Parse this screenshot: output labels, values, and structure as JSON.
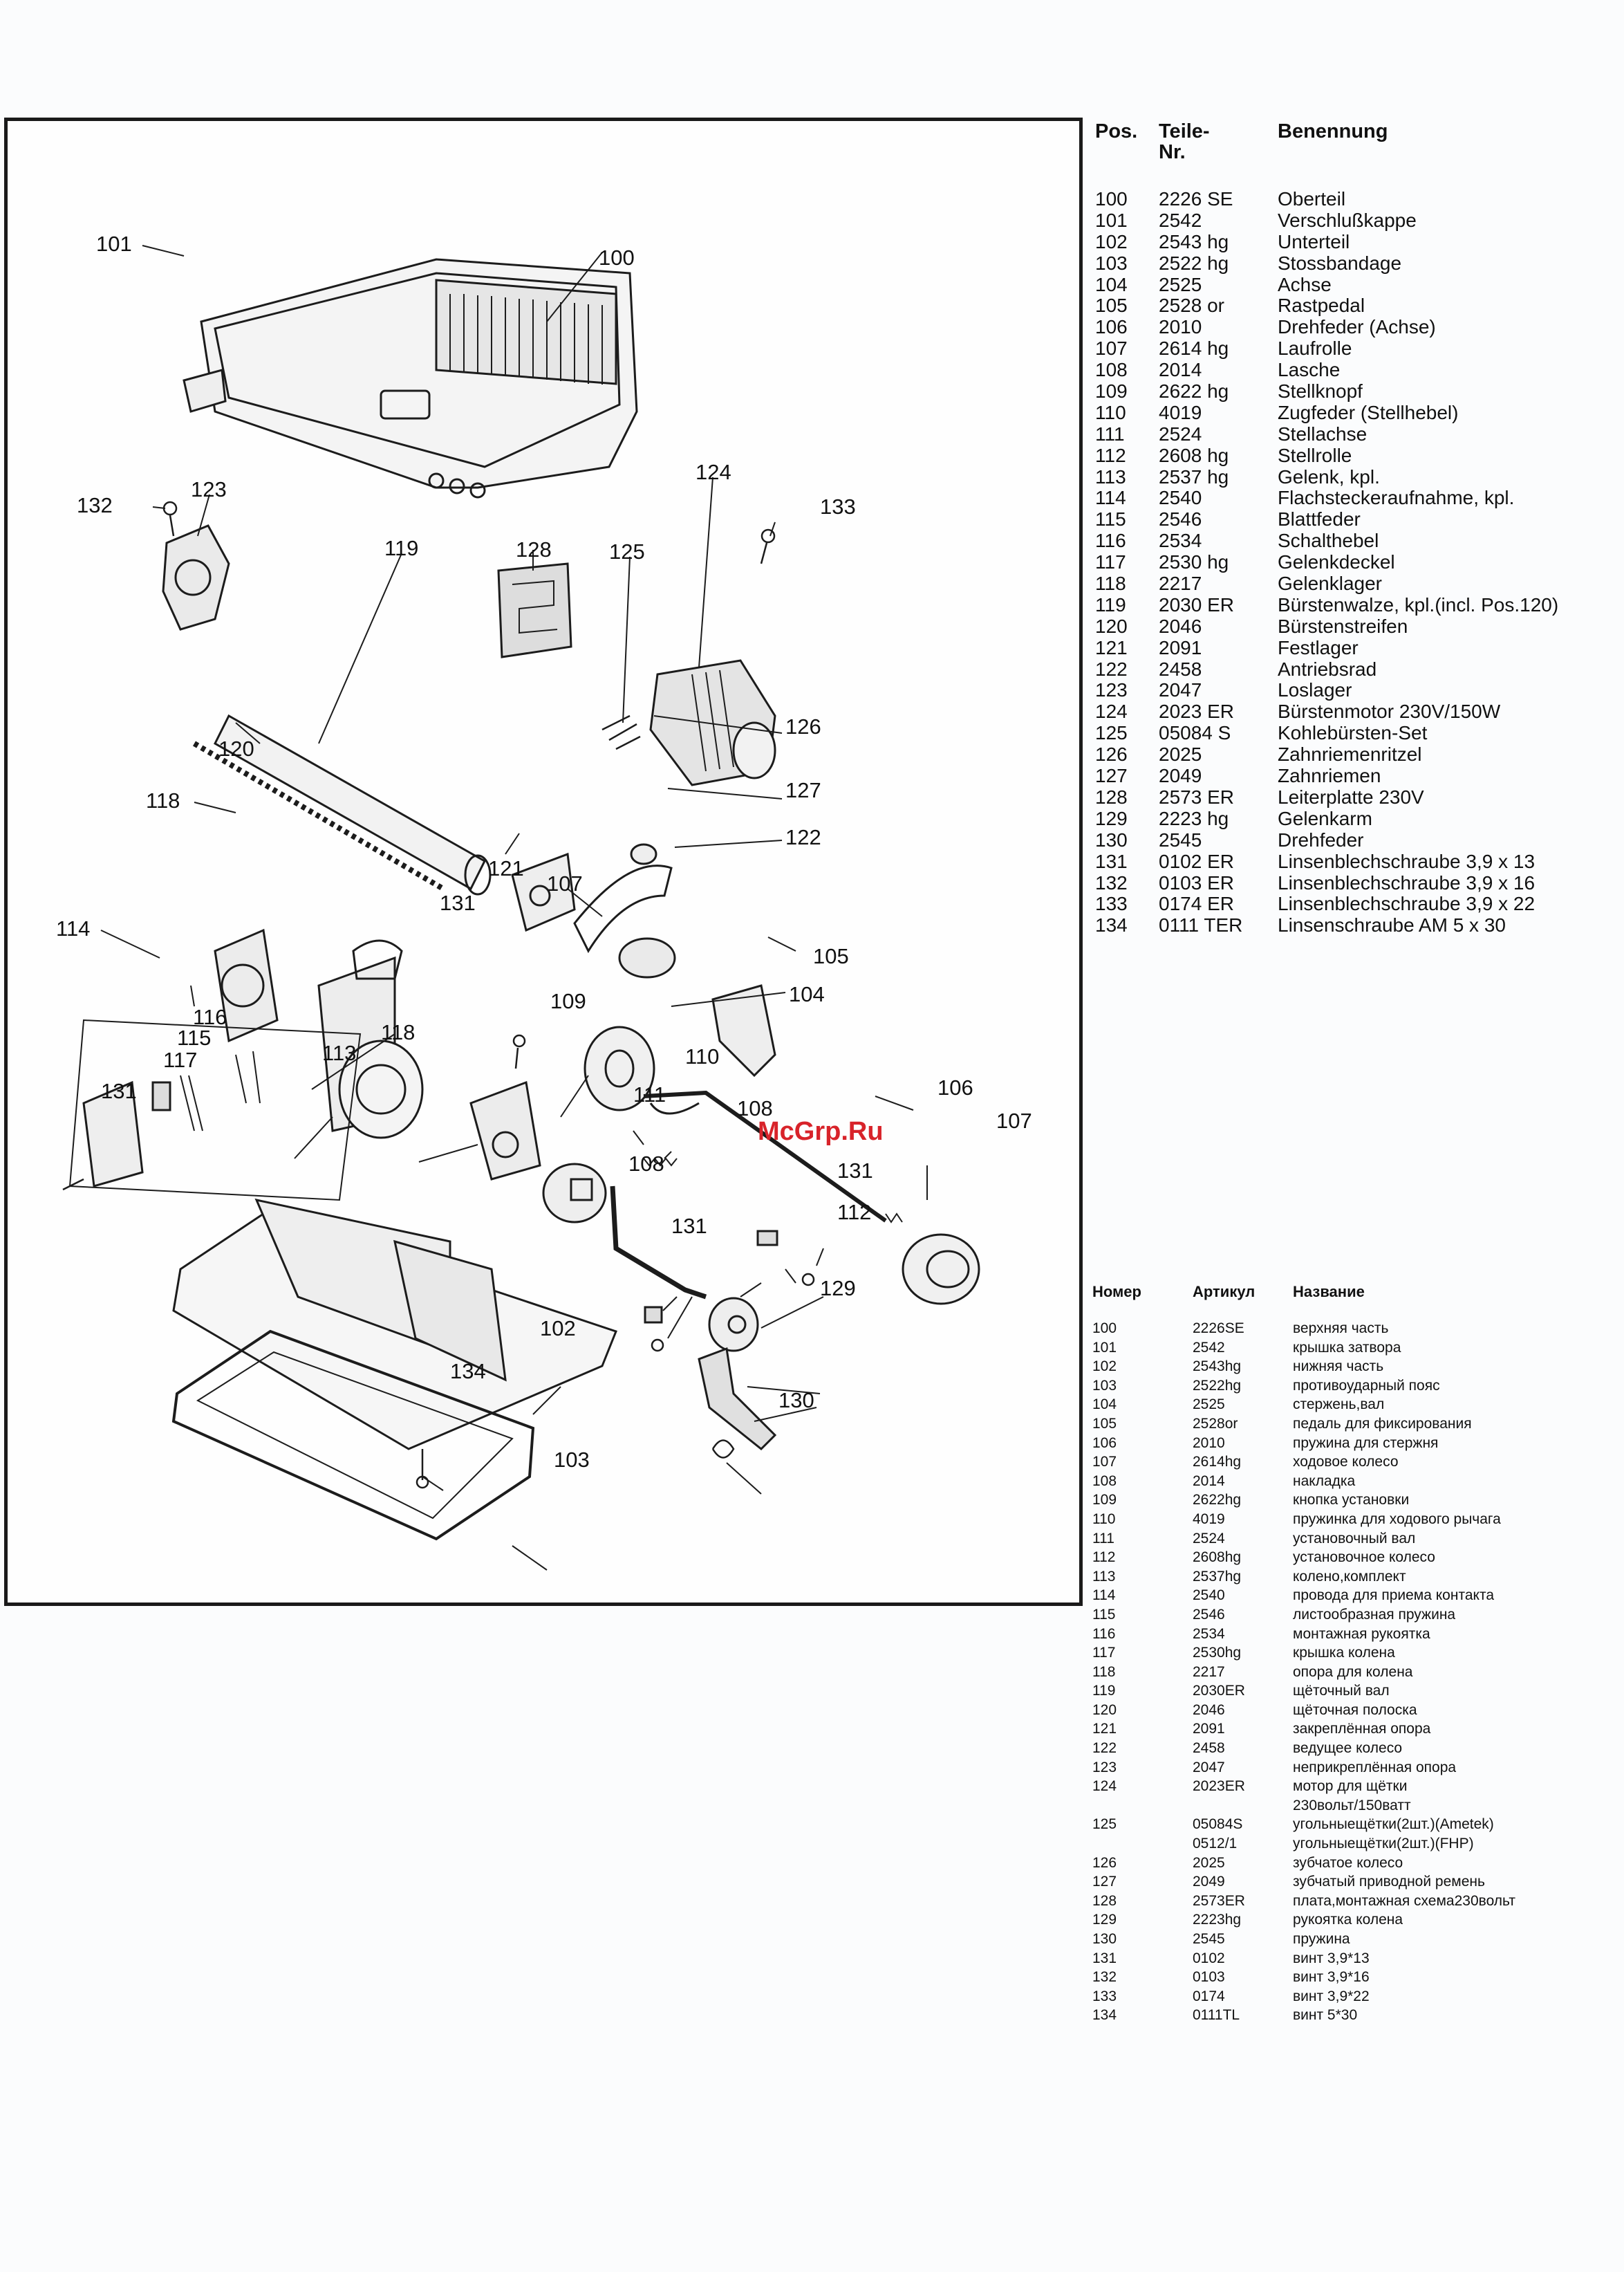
{
  "watermark": "McGrp.Ru",
  "callouts": [
    {
      "label": "100"
    },
    {
      "label": "101"
    },
    {
      "label": "132"
    },
    {
      "label": "123"
    },
    {
      "label": "119"
    },
    {
      "label": "128"
    },
    {
      "label": "125"
    },
    {
      "label": "124"
    },
    {
      "label": "133"
    },
    {
      "label": "126"
    },
    {
      "label": "120"
    },
    {
      "label": "127"
    },
    {
      "label": "122"
    },
    {
      "label": "118"
    },
    {
      "label": "121"
    },
    {
      "label": "107"
    },
    {
      "label": "105"
    },
    {
      "label": "114"
    },
    {
      "label": "131"
    },
    {
      "label": "104"
    },
    {
      "label": "116"
    },
    {
      "label": "109"
    },
    {
      "label": "115"
    },
    {
      "label": "117"
    },
    {
      "label": "118"
    },
    {
      "label": "113"
    },
    {
      "label": "110"
    },
    {
      "label": "131"
    },
    {
      "label": "111"
    },
    {
      "label": "106"
    },
    {
      "label": "108"
    },
    {
      "label": "107"
    },
    {
      "label": "131"
    },
    {
      "label": "108"
    },
    {
      "label": "112"
    },
    {
      "label": "131"
    },
    {
      "label": "129"
    },
    {
      "label": "102"
    },
    {
      "label": "134"
    },
    {
      "label": "130"
    },
    {
      "label": "103"
    }
  ],
  "de_table": {
    "headers": {
      "pos": "Pos.",
      "nr": "Teile-\nNr.",
      "name": "Benennung"
    },
    "rows": [
      {
        "pos": "100",
        "nr": "2226 SE",
        "name": "Oberteil"
      },
      {
        "pos": "101",
        "nr": "2542",
        "name": "Verschlußkappe"
      },
      {
        "pos": "102",
        "nr": "2543 hg",
        "name": "Unterteil"
      },
      {
        "pos": "103",
        "nr": "2522 hg",
        "name": "Stossbandage"
      },
      {
        "pos": "104",
        "nr": "2525",
        "name": "Achse"
      },
      {
        "pos": "105",
        "nr": "2528 or",
        "name": "Rastpedal"
      },
      {
        "pos": "106",
        "nr": "2010",
        "name": "Drehfeder (Achse)"
      },
      {
        "pos": "107",
        "nr": "2614 hg",
        "name": "Laufrolle"
      },
      {
        "pos": "108",
        "nr": "2014",
        "name": "Lasche"
      },
      {
        "pos": "109",
        "nr": "2622 hg",
        "name": "Stellknopf"
      },
      {
        "pos": "110",
        "nr": "4019",
        "name": "Zugfeder (Stellhebel)"
      },
      {
        "pos": "111",
        "nr": "2524",
        "name": "Stellachse"
      },
      {
        "pos": "112",
        "nr": "2608 hg",
        "name": "Stellrolle"
      },
      {
        "pos": "113",
        "nr": "2537 hg",
        "name": "Gelenk, kpl."
      },
      {
        "pos": "114",
        "nr": "2540",
        "name": "Flachsteckeraufnahme, kpl."
      },
      {
        "pos": "115",
        "nr": "2546",
        "name": "Blattfeder"
      },
      {
        "pos": "116",
        "nr": "2534",
        "name": "Schalthebel"
      },
      {
        "pos": "117",
        "nr": "2530 hg",
        "name": "Gelenkdeckel"
      },
      {
        "pos": "118",
        "nr": "2217",
        "name": "Gelenklager"
      },
      {
        "pos": "119",
        "nr": "2030 ER",
        "name": "Bürstenwalze, kpl.(incl. Pos.120)"
      },
      {
        "pos": "120",
        "nr": "2046",
        "name": "Bürstenstreifen"
      },
      {
        "pos": "121",
        "nr": "2091",
        "name": "Festlager"
      },
      {
        "pos": "122",
        "nr": "2458",
        "name": "Antriebsrad"
      },
      {
        "pos": "123",
        "nr": "2047",
        "name": "Loslager"
      },
      {
        "pos": "124",
        "nr": "2023 ER",
        "name": "Bürstenmotor 230V/150W"
      },
      {
        "pos": "125",
        "nr": "05084 S",
        "name": "Kohlebürsten-Set"
      },
      {
        "pos": "126",
        "nr": "2025",
        "name": "Zahnriemenritzel"
      },
      {
        "pos": "127",
        "nr": "2049",
        "name": "Zahnriemen"
      },
      {
        "pos": "128",
        "nr": "2573 ER",
        "name": "Leiterplatte 230V"
      },
      {
        "pos": "129",
        "nr": "2223 hg",
        "name": "Gelenkarm"
      },
      {
        "pos": "130",
        "nr": "2545",
        "name": "Drehfeder"
      },
      {
        "pos": "131",
        "nr": "0102 ER",
        "name": "Linsenblechschraube 3,9 x 13"
      },
      {
        "pos": "132",
        "nr": "0103 ER",
        "name": "Linsenblechschraube 3,9 x 16"
      },
      {
        "pos": "133",
        "nr": "0174 ER",
        "name": "Linsenblechschraube 3,9 x 22"
      },
      {
        "pos": "134",
        "nr": "0111 TER",
        "name": "Linsenschraube AM 5 x 30"
      }
    ]
  },
  "ru_table": {
    "headers": {
      "pos": "Номер",
      "art": "Артикул",
      "name": "Название"
    },
    "rows": [
      {
        "pos": "100",
        "art": "2226SE",
        "name": "верхняя часть"
      },
      {
        "pos": "101",
        "art": "2542",
        "name": "крышка затвора"
      },
      {
        "pos": "102",
        "art": "2543hg",
        "name": "нижняя часть"
      },
      {
        "pos": "103",
        "art": "2522hg",
        "name": "противоударный пояс"
      },
      {
        "pos": "104",
        "art": "2525",
        "name": "стержень,вал"
      },
      {
        "pos": "105",
        "art": "2528or",
        "name": "педаль для фиксирования"
      },
      {
        "pos": "106",
        "art": "2010",
        "name": "пружина для стержня"
      },
      {
        "pos": "107",
        "art": "2614hg",
        "name": "ходовое колесо"
      },
      {
        "pos": "108",
        "art": "2014",
        "name": "накладка"
      },
      {
        "pos": "109",
        "art": "2622hg",
        "name": "кнопка установки"
      },
      {
        "pos": "110",
        "art": "4019",
        "name": "пружинка для ходового рычага"
      },
      {
        "pos": "111",
        "art": "2524",
        "name": "установочный вал"
      },
      {
        "pos": "112",
        "art": "2608hg",
        "name": "установочное колесо"
      },
      {
        "pos": "113",
        "art": "2537hg",
        "name": "колено,комплект"
      },
      {
        "pos": "114",
        "art": "2540",
        "name": "провода для приема контакта"
      },
      {
        "pos": "115",
        "art": "2546",
        "name": "листообразная пружина"
      },
      {
        "pos": "116",
        "art": "2534",
        "name": "монтажная рукоятка"
      },
      {
        "pos": "117",
        "art": "2530hg",
        "name": "крышка колена"
      },
      {
        "pos": "118",
        "art": "2217",
        "name": "опора для колена"
      },
      {
        "pos": "119",
        "art": "2030ER",
        "name": "щёточный вал"
      },
      {
        "pos": "120",
        "art": "2046",
        "name": "щёточная полоска"
      },
      {
        "pos": "121",
        "art": "2091",
        "name": "закреплённая опора"
      },
      {
        "pos": "122",
        "art": "2458",
        "name": "ведущее колесо"
      },
      {
        "pos": "123",
        "art": "2047",
        "name": "неприкреплённая опора"
      },
      {
        "pos": "124",
        "art": "2023ER",
        "name": "мотор для щётки",
        "name2": "230вольт/150ватт"
      },
      {
        "pos": "125",
        "art": "05084S",
        "name": "угольныещётки(2шт.)(Ametek)"
      },
      {
        "pos": "",
        "art": "0512/1",
        "name": "угольныещётки(2шт.)(FHP)"
      },
      {
        "pos": "126",
        "art": "2025",
        "name": "зубчатое колесо"
      },
      {
        "pos": "127",
        "art": "2049",
        "name": "зубчатый приводной ремень"
      },
      {
        "pos": "128",
        "art": "2573ER",
        "name": "плата,монтажная схема230вольт"
      },
      {
        "pos": "129",
        "art": "2223hg",
        "name": "рукоятка колена"
      },
      {
        "pos": "130",
        "art": "2545",
        "name": "пружина"
      },
      {
        "pos": "131",
        "art": "0102",
        "name": "винт 3,9*13"
      },
      {
        "pos": "132",
        "art": "0103",
        "name": "винт 3,9*16"
      },
      {
        "pos": "133",
        "art": "0174",
        "name": "винт 3,9*22"
      },
      {
        "pos": "134",
        "art": "0111TL",
        "name": "винт 5*30"
      }
    ]
  }
}
